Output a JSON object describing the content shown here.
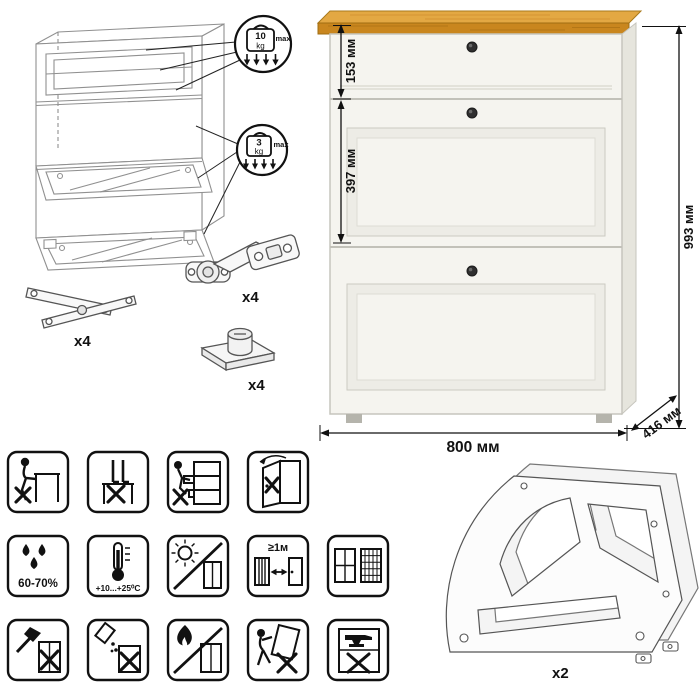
{
  "weight_limits": [
    {
      "value": "10",
      "unit": "kg",
      "note": "max"
    },
    {
      "value": "3",
      "unit": "kg",
      "note": "max"
    }
  ],
  "hardware_items": [
    {
      "name": "concealed-hinge",
      "count": "x4"
    },
    {
      "name": "folding-stay-arm",
      "count": "x4"
    },
    {
      "name": "adjustable-foot",
      "count": "x4"
    },
    {
      "name": "shoe-tilt-side-frame",
      "count": "x2"
    }
  ],
  "dimensions": {
    "drawer_height": "153 мм",
    "door_height": "397 мм",
    "total_height": "993 мм",
    "width": "800 мм",
    "depth": "416 мм"
  },
  "pictograms": {
    "humidity": "60-70%",
    "temperature": "+10...+25⁰C",
    "heater_distance": "≥1м",
    "names": [
      "no-sitting",
      "no-standing-on-top",
      "no-climbing-on-drawers",
      "no-hanging-on-doors",
      "humidity-60-70",
      "temperature-plus10-plus25",
      "avoid-direct-sunlight",
      "keep-1m-from-heaters",
      "ventilation-windows",
      "no-impacts",
      "no-spilling-liquids",
      "no-open-flame",
      "no-moving-while-loaded",
      "no-heavy-objects-anvil"
    ]
  },
  "colors": {
    "wood_top": "#c9861e",
    "wood_top_light": "#e3a843",
    "cabinet_body": "#f5f4ef",
    "outline": "#111111"
  }
}
